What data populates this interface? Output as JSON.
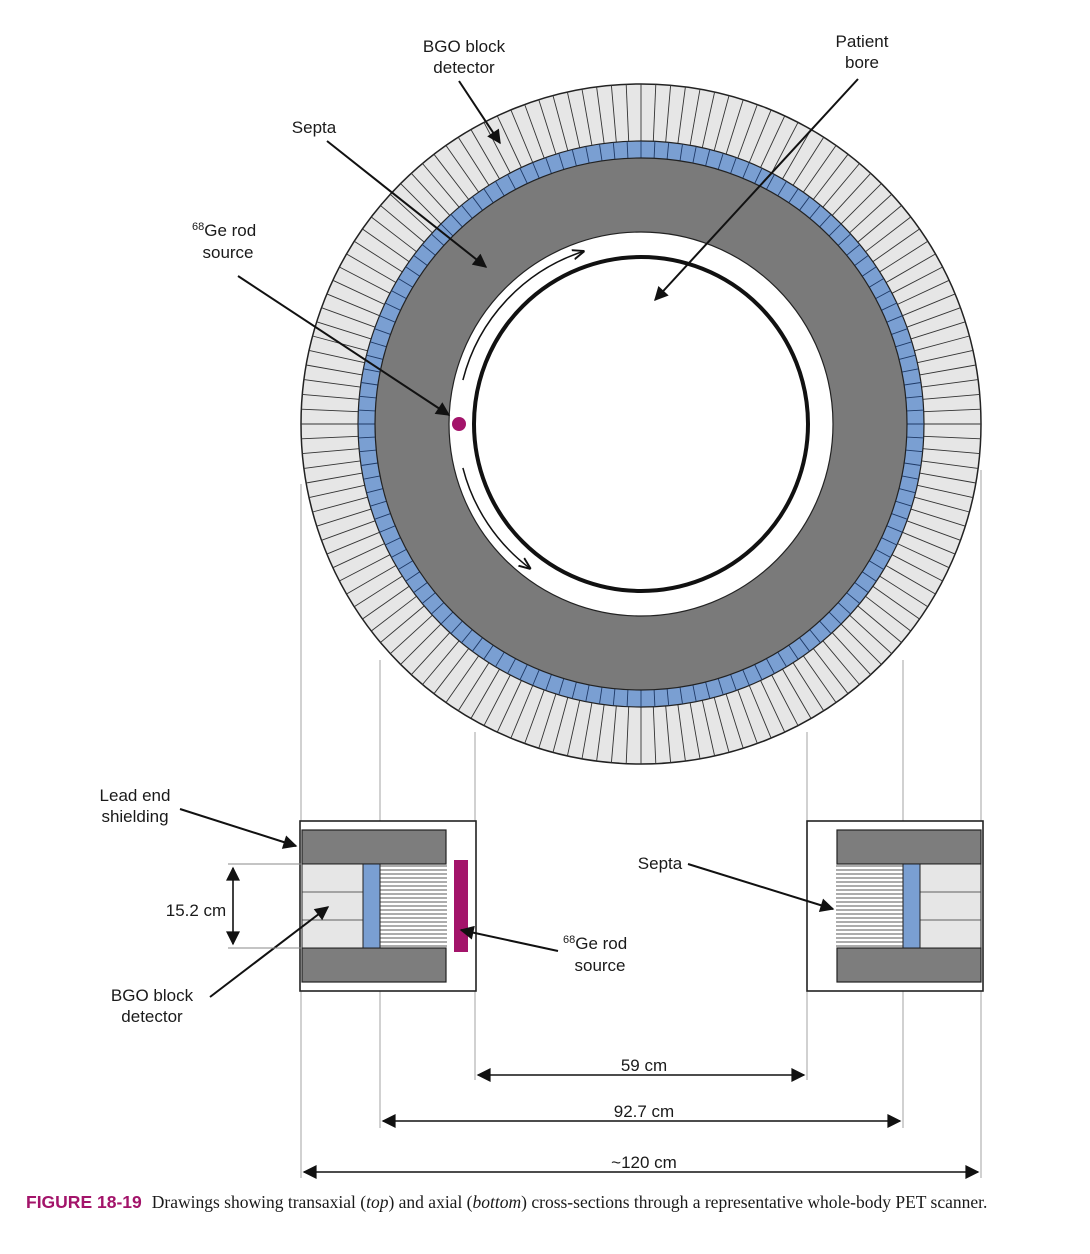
{
  "labels": {
    "bgo_top_line1": "BGO block",
    "bgo_top_line2": "detector",
    "patient_line1": "Patient",
    "patient_line2": "bore",
    "septa_top": "Septa",
    "ge_top_sup": "68",
    "ge_top_line1": "Ge rod",
    "ge_top_line2": "source",
    "lead_line1": "Lead end",
    "lead_line2": "shielding",
    "dim_axial": "15.2 cm",
    "bgo_bottom_line1": "BGO block",
    "bgo_bottom_line2": "detector",
    "septa_bottom": "Septa",
    "ge_bottom_sup": "68",
    "ge_bottom_line1": "Ge rod",
    "ge_bottom_line2": "source",
    "dim_bore": "59 cm",
    "dim_detector": "92.7 cm",
    "dim_outer": "~120 cm"
  },
  "caption": {
    "figure_label": "FIGURE 18-19",
    "text_1": "Drawings showing transaxial (",
    "em_1": "top",
    "text_2": ") and axial (",
    "em_2": "bottom",
    "text_3": ") cross-sections through a representative whole-body PET scanner."
  },
  "colors": {
    "detector_fill": "#e6e6e6",
    "septa_fill": "#7a7a7a",
    "crystal_blue": "#7a9fd2",
    "lead_gray": "#7d7d7d",
    "rod_source": "#a3146a"
  }
}
